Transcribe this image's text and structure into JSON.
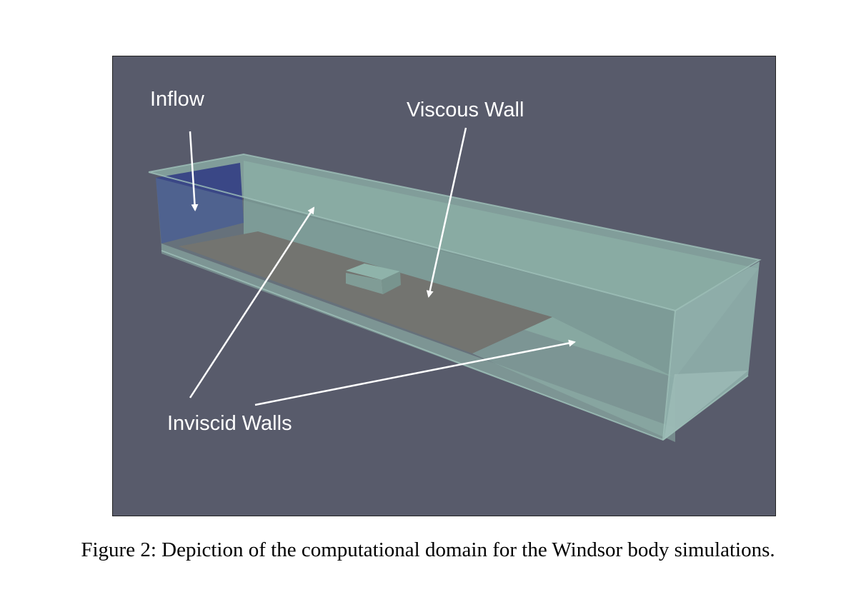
{
  "figure": {
    "labels": {
      "inflow": "Inflow",
      "viscous_wall": "Viscous Wall",
      "inviscid_walls": "Inviscid Walls"
    },
    "colors": {
      "background": "#585b6b",
      "inflow_face": "#3a4786",
      "viscous_floor": "#6a5f5d",
      "inviscid_wall": "#8fb3aa",
      "arrow": "#ffffff"
    }
  },
  "caption": "Figure 2: Depiction of the computational domain for the Windsor body simulations."
}
